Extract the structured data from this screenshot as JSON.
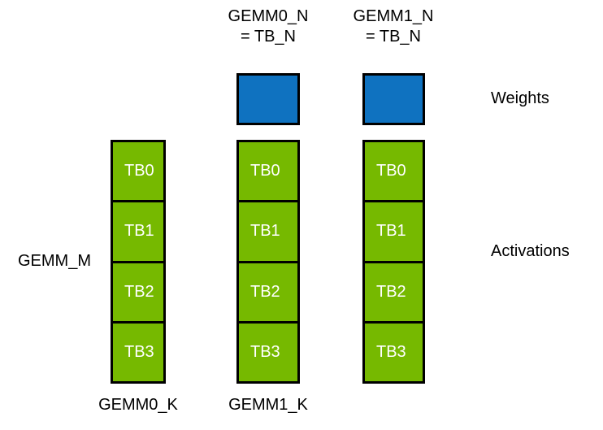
{
  "diagram": {
    "title_hidden": "",
    "colors": {
      "weights_fill": "#0F72C0",
      "activations_fill": "#76B900",
      "outline": "#000000",
      "cell_text": "#FFFFFF",
      "label_text": "#000000",
      "background": "#FFFFFF"
    },
    "top_headers": [
      {
        "line1": "GEMM0_N",
        "line2": "= TB_N"
      },
      {
        "line1": "GEMM1_N",
        "line2": "= TB_N"
      }
    ],
    "weights": {
      "row_label": "Weights",
      "blocks": [
        {
          "id": "gemm0-weight",
          "label": ""
        },
        {
          "id": "gemm1-weight",
          "label": ""
        }
      ]
    },
    "activations": {
      "row_label": "Activations",
      "left_label": "GEMM_M",
      "columns": [
        {
          "id": "input-activations",
          "cells": [
            "TB0",
            "TB1",
            "TB2",
            "TB3"
          ]
        },
        {
          "id": "gemm0-activations",
          "cells": [
            "TB0",
            "TB1",
            "TB2",
            "TB3"
          ]
        },
        {
          "id": "gemm1-activations",
          "cells": [
            "TB0",
            "TB1",
            "TB2",
            "TB3"
          ]
        }
      ]
    },
    "bottom_labels": [
      {
        "text": "GEMM0_K"
      },
      {
        "text": "GEMM1_K"
      }
    ]
  }
}
